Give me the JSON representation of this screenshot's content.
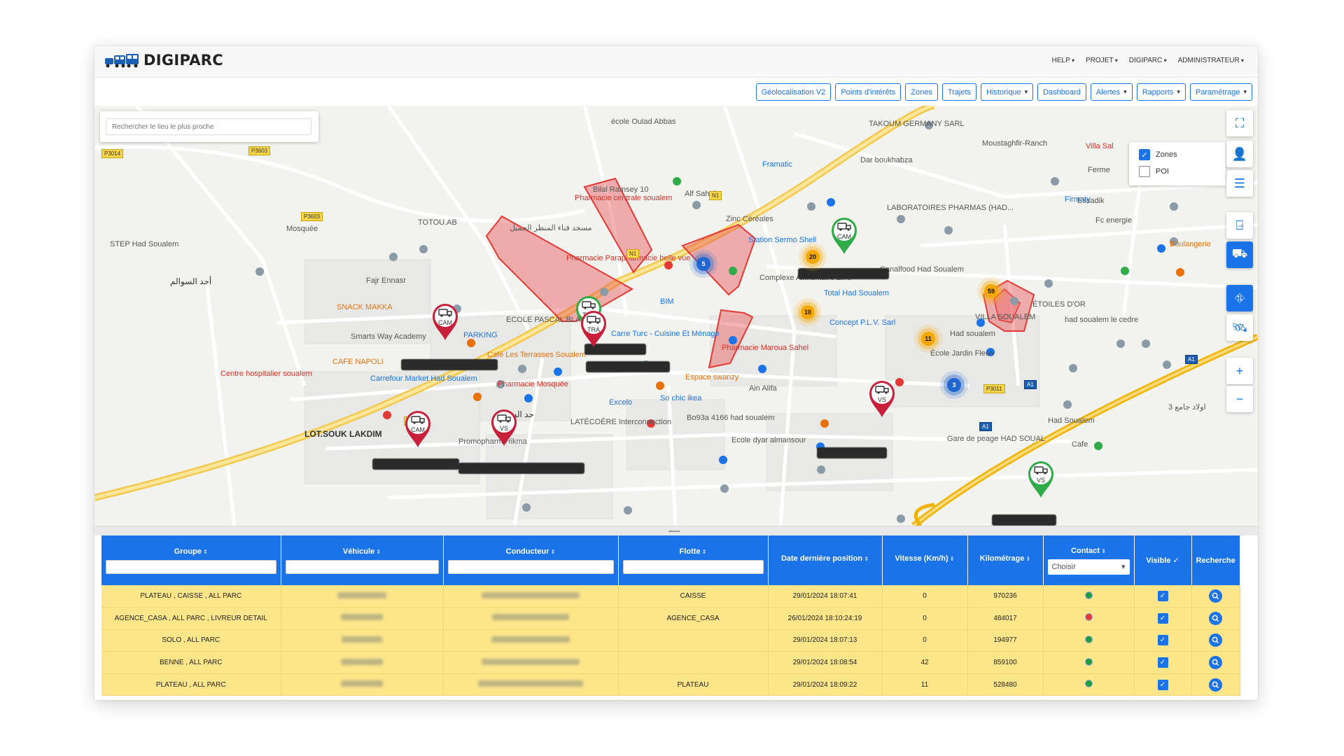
{
  "app": {
    "title": "DIGIPARC"
  },
  "topmenu": [
    "HELP",
    "PROJET",
    "DIGIPARC",
    "ADMINISTRATEUR"
  ],
  "toolbar": [
    {
      "label": "Géolocalisation V2",
      "dropdown": false
    },
    {
      "label": "Points d'intérêts",
      "dropdown": false
    },
    {
      "label": "Zones",
      "dropdown": false
    },
    {
      "label": "Trajets",
      "dropdown": false
    },
    {
      "label": "Historique",
      "dropdown": true
    },
    {
      "label": "Dashboard",
      "dropdown": false
    },
    {
      "label": "Alertes",
      "dropdown": true
    },
    {
      "label": "Rapports",
      "dropdown": true
    },
    {
      "label": "Paramétrage",
      "dropdown": true
    }
  ],
  "map": {
    "search_placeholder": "Rechercher le lieu le plus proche",
    "layers": {
      "zones_label": "Zones",
      "zones_checked": true,
      "poi_label": "POI",
      "poi_checked": false
    },
    "labels": [
      "école Oulad Abbas",
      "TAKOUM GERMANY SARL",
      "Moustaghfir-Ranch",
      "Villa Sal",
      "Ferme",
      "Dar boukhabza",
      "Framatic",
      "Bilal Ramsey 10",
      "Pharmacie centrale soualem",
      "Alf Sahel",
      "Zinc Céréales",
      "Station Sermo Shell",
      "LABORATOIRES PHARMAS (HAD...",
      "Firmaty",
      "Essadik",
      "Fc energie",
      "Boulangerie",
      "TOTOU.AB",
      "Mosquée",
      "STEP Had Soualem",
      "مسجد فناء المنظر الجميل",
      "Pharmacie Parapharmacie belle vue",
      "أحد السوالم",
      "Fajr Ennasr",
      "SNACK MAKKA",
      "Canalfood Had Soualem",
      "Complexe Alimentaire Zine",
      "Total Had Soualem",
      "ÉTOILES D'OR",
      "VILLA SOUALEM",
      "had soualem le cedre",
      "ECOLE PASCAL BLAISE",
      "BIM",
      "Concept P.L.V. Sarl",
      "Had soualem",
      "Smarts Way Academy",
      "PARKING",
      "Carre Turc - Cuisine Et Ménage",
      "Pharmacie Maroua Sahel",
      "École Jardin Fleuri",
      "CAFE NAPOLI",
      "Café Les Terrasses Soualem",
      "Centre hospitalier soualem",
      "Carrefour Market Had Soualem",
      "Pharmacie Mosquée",
      "Espace swanzy",
      "Ain Alifa",
      "Excelo",
      "So chic ikea",
      "حد السوالم",
      "LATÉCOÈRE Interconnection",
      "Bo93a 4166 had soualem",
      "LOT.SOUK LAKDIM",
      "Promopharm Hikma",
      "Ecole dyar almansour",
      "Gare de peage HAD SOUAL",
      "Had Soualem",
      "اولاد جامع 3",
      "Cafe"
    ],
    "roads": [
      "P3014",
      "P3603",
      "P3603",
      "N1",
      "N1",
      "A1",
      "P3011",
      "A1",
      "A1",
      "P3603"
    ],
    "clusters": [
      {
        "count": "20",
        "color": "yellow"
      },
      {
        "count": "5",
        "color": "blue"
      },
      {
        "count": "59",
        "color": "yellow"
      },
      {
        "count": "10",
        "color": "yellow"
      },
      {
        "count": "11",
        "color": "yellow"
      },
      {
        "count": "3",
        "color": "blue"
      }
    ],
    "markers": [
      {
        "code": "CAM",
        "color": "#c8203a"
      },
      {
        "code": "TRA",
        "color": "#2fab47"
      },
      {
        "code": "TRA",
        "color": "#c8203a"
      },
      {
        "code": "CAM",
        "color": "#2fab47"
      },
      {
        "code": "CAM",
        "color": "#c8203a"
      },
      {
        "code": "VS",
        "color": "#c8203a"
      },
      {
        "code": "VS",
        "color": "#c8203a"
      },
      {
        "code": "VS",
        "color": "#2fab47"
      }
    ]
  },
  "table": {
    "columns": {
      "groupe": "Groupe",
      "vehicule": "Véhicule",
      "conducteur": "Conducteur",
      "flotte": "Flotte",
      "date": "Date dernière position",
      "vitesse": "Vitesse (Km/h)",
      "km": "Kilométrage",
      "contact": "Contact",
      "contact_select": "Choisir",
      "visible": "Visible",
      "recherche": "Recherche"
    },
    "rows": [
      {
        "groupe": "PLATEAU , CAISSE , ALL PARC",
        "flotte": "CAISSE",
        "date": "29/01/2024 18:07:41",
        "vitesse": "0",
        "km": "970236",
        "contact": "green"
      },
      {
        "groupe": "AGENCE_CASA , ALL PARC , LIVREUR DETAIL",
        "flotte": "AGENCE_CASA",
        "date": "26/01/2024 18:10:24:19",
        "vitesse": "0",
        "km": "484017",
        "contact": "red"
      },
      {
        "groupe": "SOLO , ALL PARC",
        "flotte": "",
        "date": "29/01/2024 18:07:13",
        "vitesse": "0",
        "km": "194977",
        "contact": "green"
      },
      {
        "groupe": "BENNE , ALL PARC",
        "flotte": "",
        "date": "29/01/2024 18:08:54",
        "vitesse": "42",
        "km": "859100",
        "contact": "green"
      },
      {
        "groupe": "PLATEAU , ALL PARC",
        "flotte": "PLATEAU",
        "date": "29/01/2024 18:09:22",
        "vitesse": "11",
        "km": "528480",
        "contact": "green"
      }
    ]
  }
}
